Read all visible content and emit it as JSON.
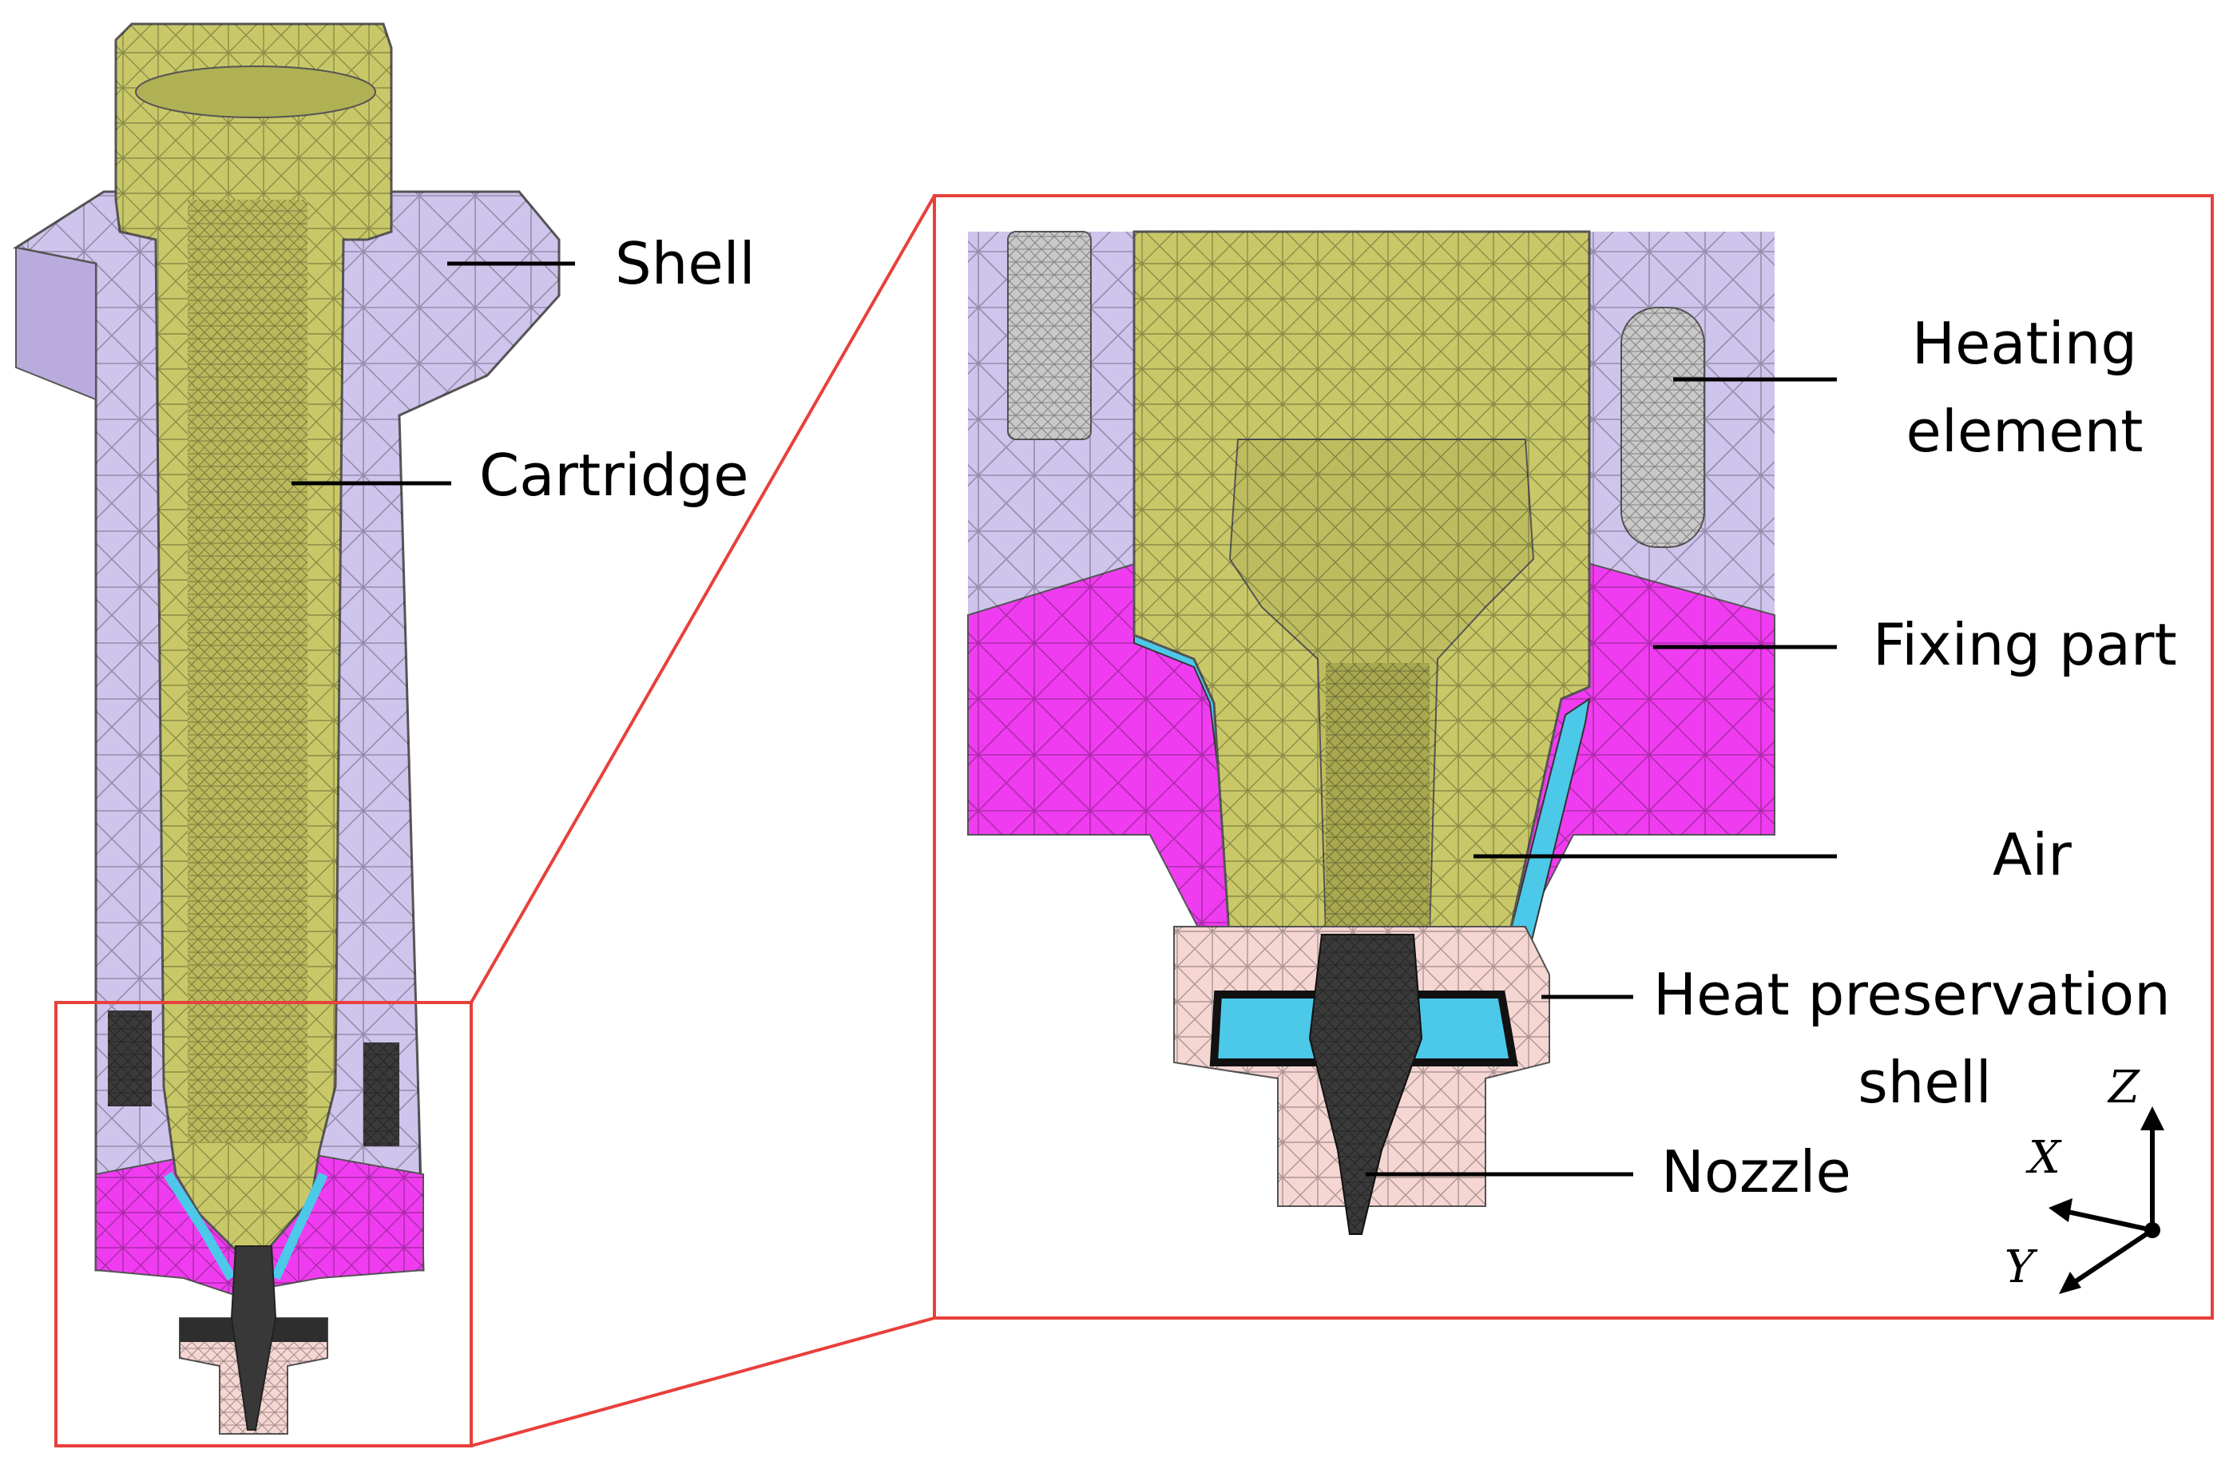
{
  "colors": {
    "cartridge": "#c8c868",
    "shell": "#cfc4ec",
    "fixing_part": "#f03cf0",
    "air": "#4cc8e8",
    "nozzle": "#404040",
    "heat_preservation_shell": "#f6d6d2",
    "heating_element": "#c8c8c8",
    "callout_frame": "#e8403c",
    "leader_line": "#000000"
  },
  "labels": {
    "shell": "Shell",
    "cartridge": "Cartridge",
    "heating_element_line1": "Heating",
    "heating_element_line2": "element",
    "fixing_part": "Fixing part",
    "air": "Air",
    "heat_preservation_shell_line1": "Heat preservation",
    "heat_preservation_shell_line2": "shell",
    "nozzle": "Nozzle"
  },
  "axes": {
    "z": "Z",
    "x": "X",
    "y": "Y"
  }
}
